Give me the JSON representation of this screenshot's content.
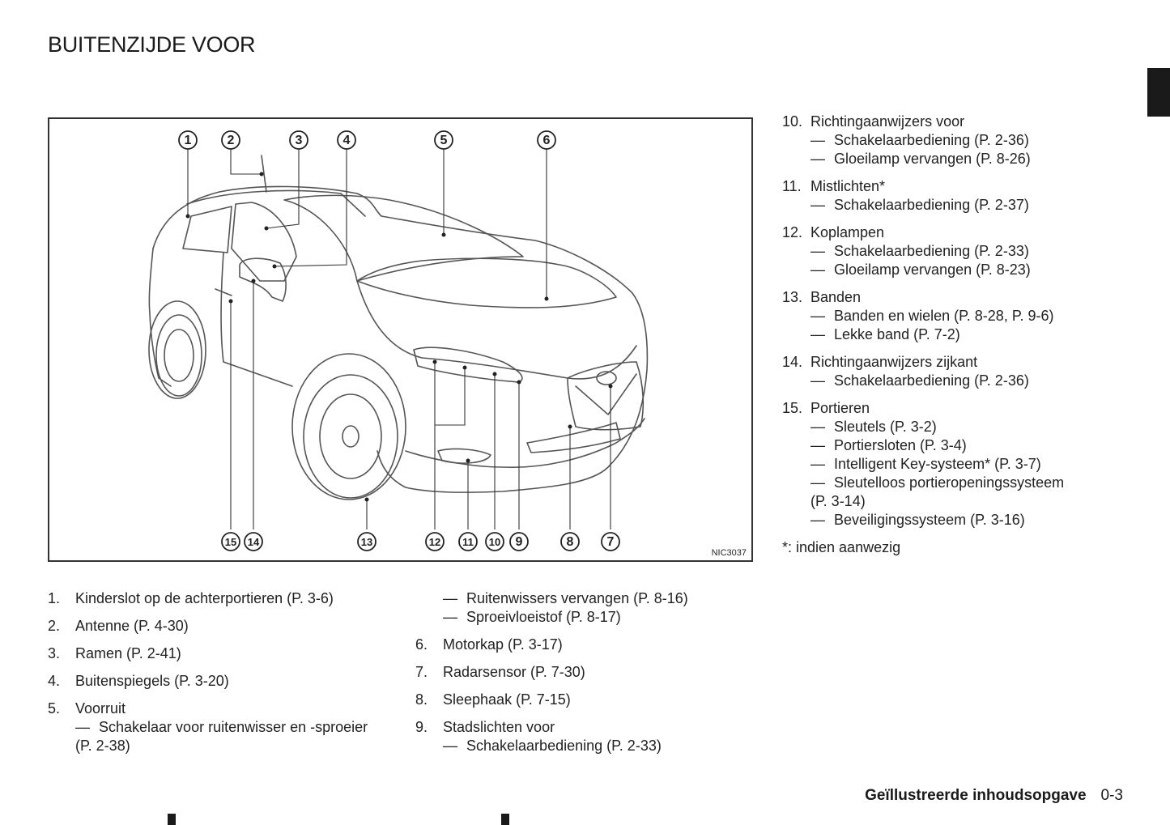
{
  "page": {
    "title": "BUITENZIJDE VOOR",
    "figure_code": "NIC3037",
    "footer_title": "Geïllustreerde inhoudsopgave",
    "page_number": "0-3"
  },
  "callouts": [
    "1",
    "2",
    "3",
    "4",
    "5",
    "6",
    "7",
    "8",
    "9",
    "10",
    "11",
    "12",
    "13",
    "14",
    "15"
  ],
  "items": [
    {
      "num": "1.",
      "text": "Kinderslot op de achterportieren (P. 3-6)",
      "subs": []
    },
    {
      "num": "2.",
      "text": "Antenne (P. 4-30)",
      "subs": []
    },
    {
      "num": "3.",
      "text": "Ramen (P. 2-41)",
      "subs": []
    },
    {
      "num": "4.",
      "text": "Buitenspiegels (P. 3-20)",
      "subs": []
    },
    {
      "num": "5.",
      "text": "Voorruit",
      "subs": [
        "Schakelaar voor ruitenwisser en -sproeier"
      ],
      "cont": "(P. 2-38)",
      "subs_col2": [
        "Ruitenwissers vervangen (P. 8-16)",
        "Sproeivloeistof (P. 8-17)"
      ]
    },
    {
      "num": "6.",
      "text": "Motorkap (P. 3-17)",
      "subs": []
    },
    {
      "num": "7.",
      "text": "Radarsensor (P. 7-30)",
      "subs": []
    },
    {
      "num": "8.",
      "text": "Sleephaak (P. 7-15)",
      "subs": []
    },
    {
      "num": "9.",
      "text": "Stadslichten voor",
      "subs": [
        "Schakelaarbediening (P. 2-33)"
      ]
    },
    {
      "num": "10.",
      "text": "Richtingaanwijzers voor",
      "subs": [
        "Schakelaarbediening (P. 2-36)",
        "Gloeilamp vervangen (P. 8-26)"
      ]
    },
    {
      "num": "11.",
      "text": "Mistlichten*",
      "subs": [
        "Schakelaarbediening (P. 2-37)"
      ]
    },
    {
      "num": "12.",
      "text": "Koplampen",
      "subs": [
        "Schakelaarbediening (P. 2-33)",
        "Gloeilamp vervangen (P. 8-23)"
      ]
    },
    {
      "num": "13.",
      "text": "Banden",
      "subs": [
        "Banden en wielen (P. 8-28, P. 9-6)",
        "Lekke band (P. 7-2)"
      ]
    },
    {
      "num": "14.",
      "text": "Richtingaanwijzers zijkant",
      "subs": [
        "Schakelaarbediening (P. 2-36)"
      ]
    },
    {
      "num": "15.",
      "text": "Portieren",
      "subs": [
        "Sleutels (P. 3-2)",
        "Portiersloten (P. 3-4)",
        "Intelligent Key-systeem* (P. 3-7)",
        "Sleutelloos portieropeningssysteem"
      ],
      "cont": "(P. 3-14)",
      "subs_after": [
        "Beveiligingssysteem (P. 3-16)"
      ]
    }
  ],
  "dash": "—",
  "footnote": "*: indien aanwezig"
}
